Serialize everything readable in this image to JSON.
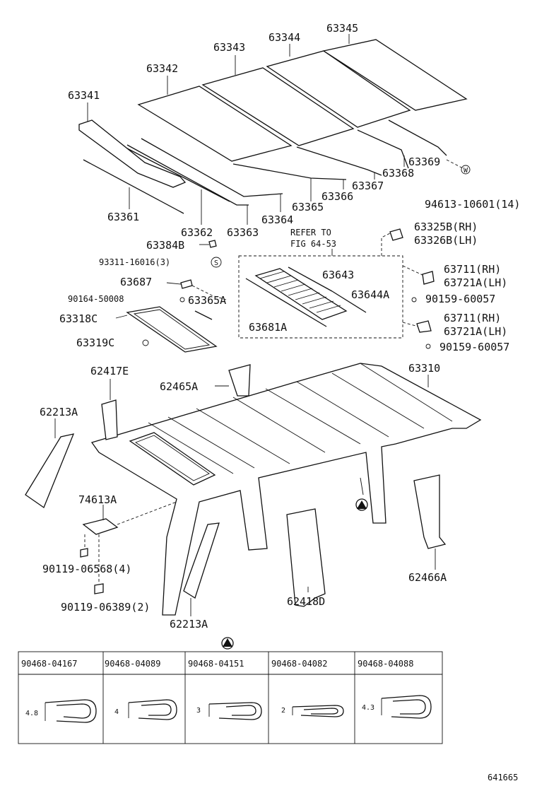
{
  "labels": {
    "p63345": "63345",
    "p63344": "63344",
    "p63343": "63343",
    "p63342": "63342",
    "p63341": "63341",
    "p63369": "63369",
    "p63368": "63368",
    "p63367": "63367",
    "p63366": "63366",
    "p63365": "63365",
    "p63364": "63364",
    "p63361": "63361",
    "p63362": "63362",
    "p63363": "63363",
    "p94613": "94613-10601(14)",
    "refer_to": "REFER TO",
    "fig": "FIG 64-53",
    "p63325b": "63325B(RH)",
    "p63326b": "63326B(LH)",
    "p63384b": "63384B",
    "p93311": "93311-16016(3)",
    "p63687": "63687",
    "p90164": "90164-50008",
    "p63365a": "63365A",
    "p63318c": "63318C",
    "p63319c": "63319C",
    "p63643": "63643",
    "p63644a": "63644A",
    "p63681a": "63681A",
    "p63711a": "63711(RH)",
    "p63721a": "63721A(LH)",
    "p90159a": "90159-60057",
    "p63711b": "63711(RH)",
    "p63721b": "63721A(LH)",
    "p90159b": "90159-60057",
    "p62417e": "62417E",
    "p62465a": "62465A",
    "p63310": "63310",
    "p62213a_top": "62213A",
    "p74613a": "74613A",
    "p90119a": "90119-06568(4)",
    "p90119b": "90119-06389(2)",
    "p62418d": "62418D",
    "p62466a": "62466A",
    "p62213a_bottom": "62213A",
    "marker_w": "W",
    "marker_s": "S",
    "figure_id": "641665"
  },
  "clip_table": {
    "columns": [
      {
        "part": "90468-04167",
        "size": "4.8"
      },
      {
        "part": "90468-04089",
        "size": "4"
      },
      {
        "part": "90468-04151",
        "size": "3"
      },
      {
        "part": "90468-04082",
        "size": "2"
      },
      {
        "part": "90468-04088",
        "size": "4.3"
      }
    ]
  }
}
